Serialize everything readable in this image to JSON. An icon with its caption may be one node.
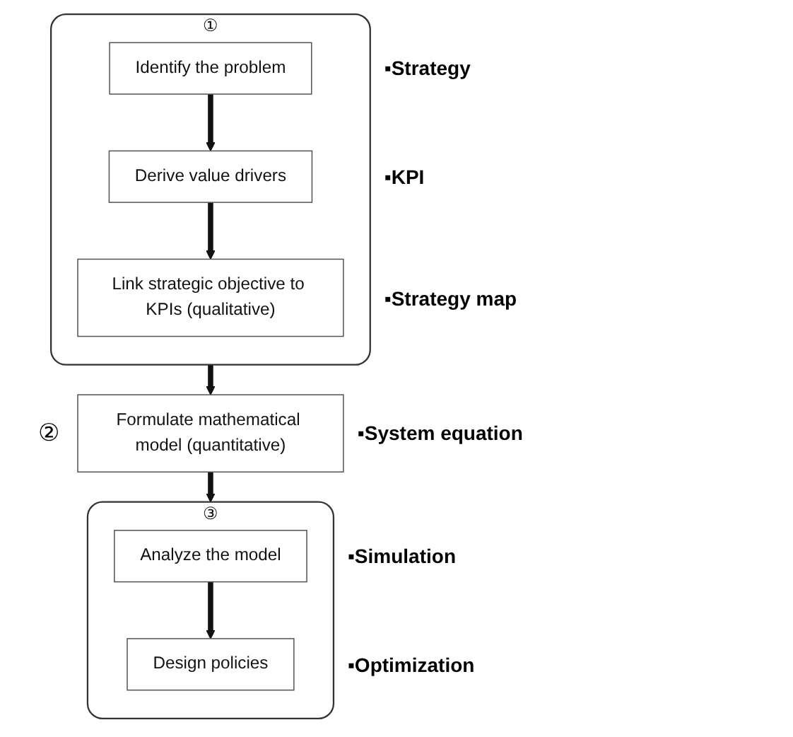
{
  "diagram": {
    "nodes": [
      {
        "text": [
          "①"
        ]
      },
      {
        "text": [
          "Identify the problem"
        ],
        "in": 0,
        "beside": [
          "▪Strategy"
        ]
      },
      {
        "text": [
          "Derive value drivers"
        ],
        "in": 0,
        "beside": [
          "▪KPI"
        ]
      },
      {
        "text": [
          "Link strategic objective to KPIs (qualitative)"
        ],
        "in": 0,
        "beside": [
          "▪Strategy map"
        ]
      },
      {
        "text": [
          "Formulate mathematical model (quantitative)"
        ],
        "beside": [
          "②",
          "▪System equation"
        ]
      },
      {
        "text": [
          "③"
        ]
      },
      {
        "text": [
          "Analyze the model"
        ],
        "in": 5,
        "beside": [
          "▪Simulation"
        ]
      },
      {
        "text": [
          "Design policies"
        ],
        "in": 5,
        "beside": [
          "▪Optimization"
        ]
      }
    ],
    "edges": [
      {
        "from": 1,
        "to": 2,
        "arrow": "to"
      },
      {
        "from": 2,
        "to": 3,
        "arrow": "to"
      },
      {
        "from": 0,
        "to": 4,
        "arrow": "to"
      },
      {
        "from": 4,
        "to": 5,
        "arrow": "to"
      },
      {
        "from": 6,
        "to": 7,
        "arrow": "to"
      }
    ]
  }
}
